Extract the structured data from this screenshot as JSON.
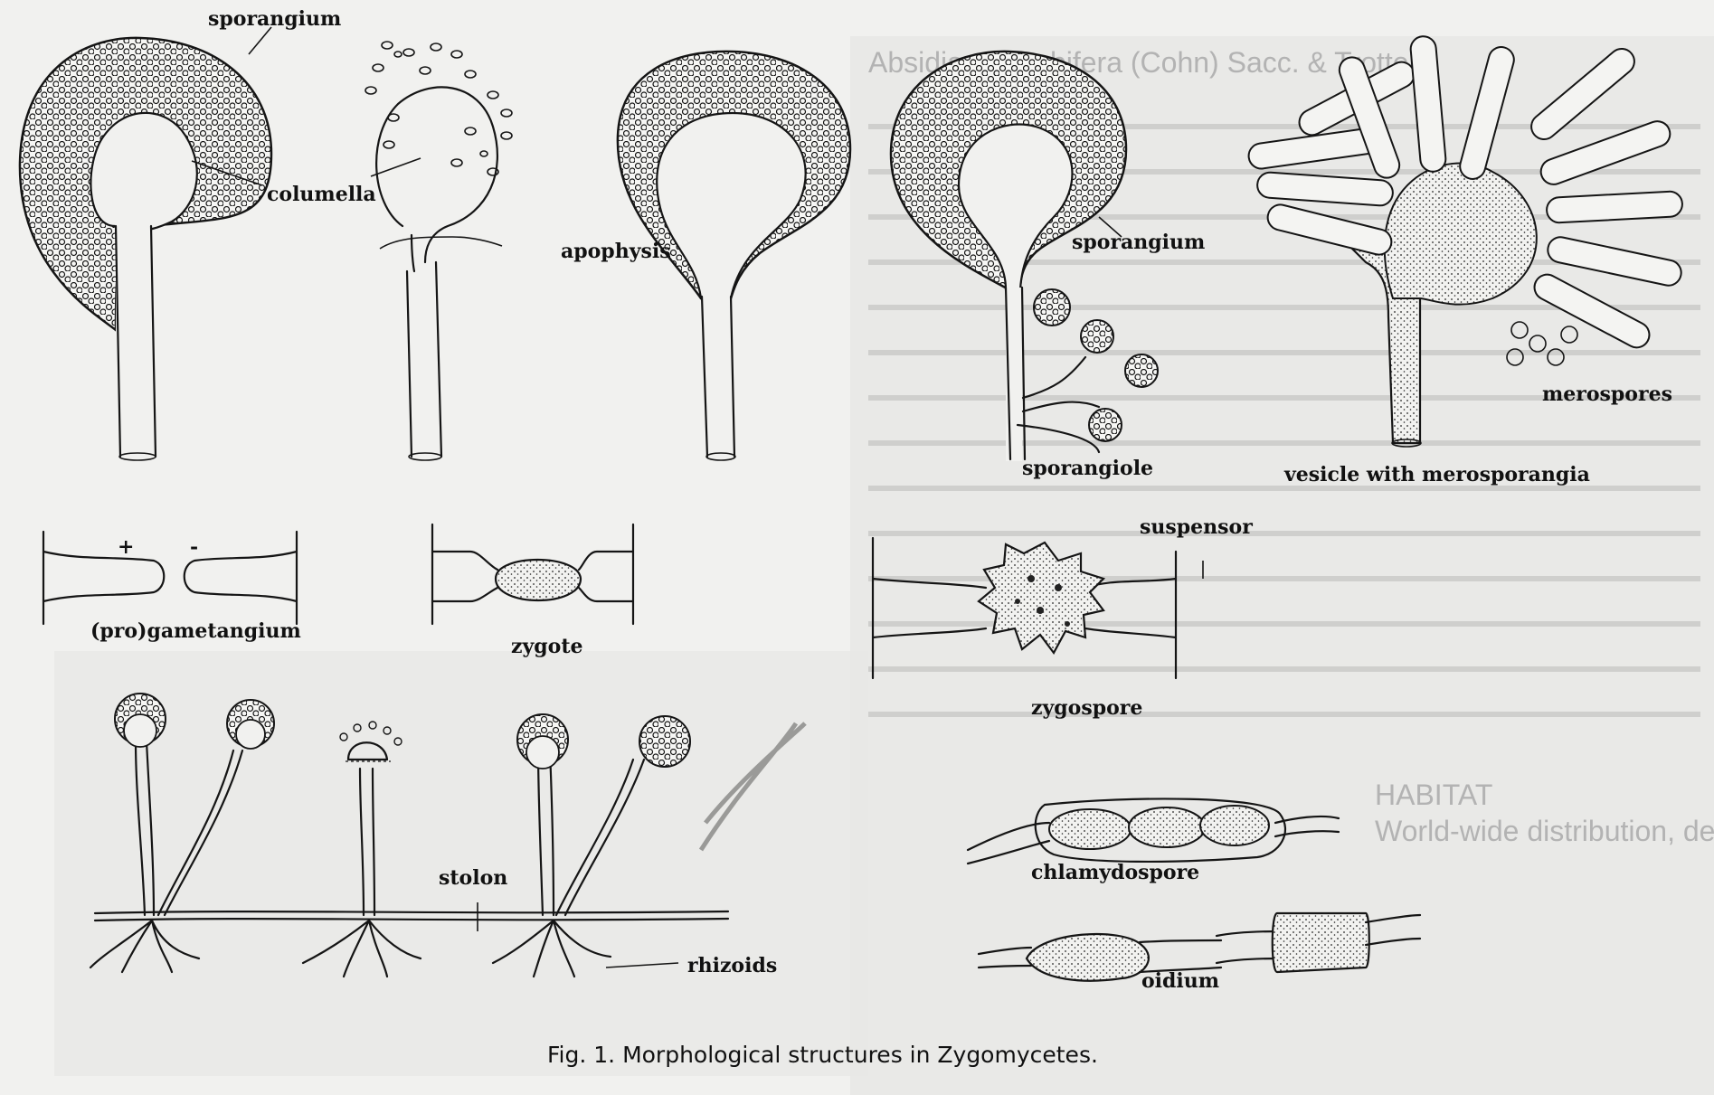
{
  "figure": {
    "caption": "Fig. 1. Morphological structures in Zygomycetes.",
    "labels": {
      "sporangium_top": "sporangium",
      "columella": "columella",
      "apophysis": "apophysis",
      "sporangium_right": "sporangium",
      "sporangiole": "sporangiole",
      "merospores": "merospores",
      "vesicle": "vesicle with merosporangia",
      "plus": "+",
      "minus": "-",
      "progametangium": "(pro)gametangium",
      "zygote": "zygote",
      "suspensor": "suspensor",
      "zygospore": "zygospore",
      "stolon": "stolon",
      "rhizoids": "rhizoids",
      "chlamydospore": "chlamydospore",
      "oidium": "oidium"
    }
  },
  "background_text": {
    "line1": "Absidia corymbifera (Cohn) Sacc. & Trotter",
    "line2": "HABITAT",
    "line3": "World-wide distribution, deriving"
  },
  "colors": {
    "paper": "#f1f1ef",
    "ink": "#151515",
    "ghost_text": "#b3b3b3"
  }
}
